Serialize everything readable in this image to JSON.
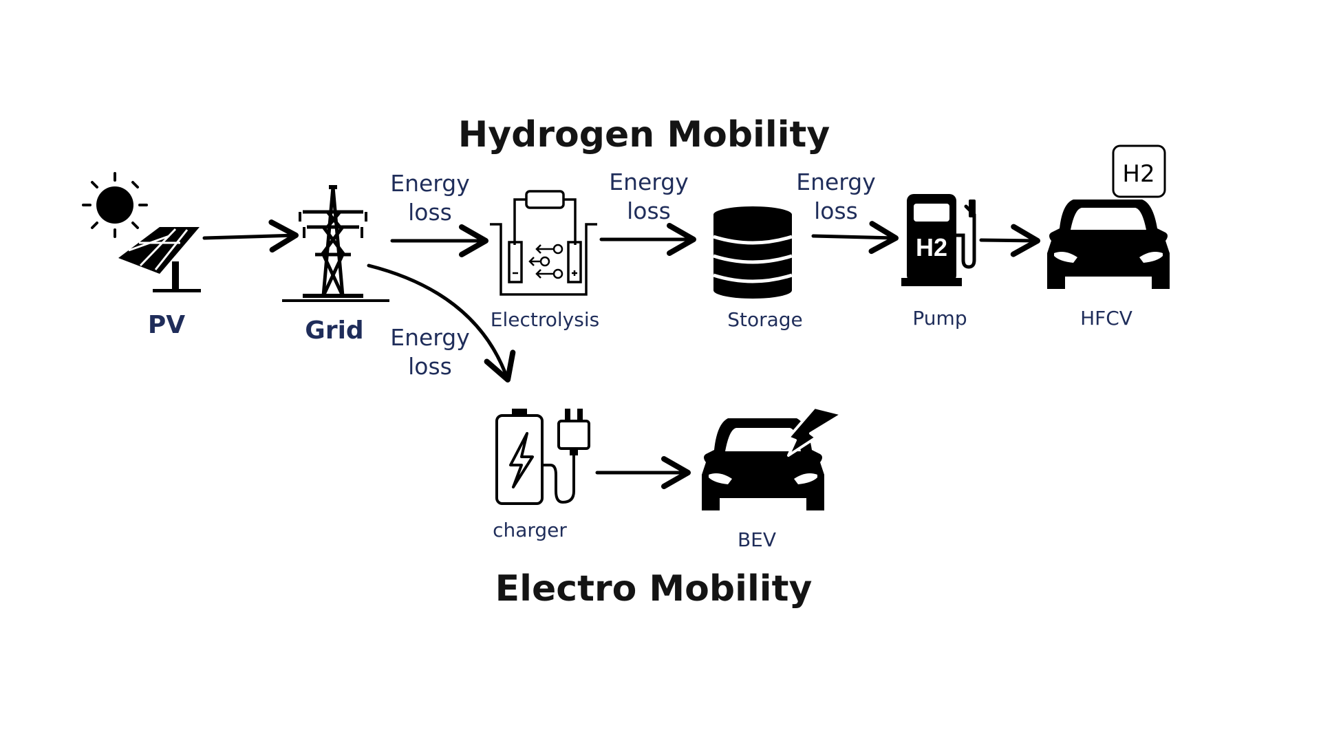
{
  "titles": {
    "hydrogen": "Hydrogen Mobility",
    "electro": "Electro Mobility"
  },
  "nodes": {
    "pv": "PV",
    "grid": "Grid",
    "electrolysis": "Electrolysis",
    "storage": "Storage",
    "pump": "Pump",
    "hfcv": "HFCV",
    "charger": "charger",
    "bev": "BEV"
  },
  "energy_loss": {
    "line1": "Energy",
    "line2": "loss"
  },
  "h2_badge": "H2",
  "pump_mark": "H2",
  "colors": {
    "icon": "#000000",
    "label": "#1f2d5a",
    "title": "#141414"
  }
}
